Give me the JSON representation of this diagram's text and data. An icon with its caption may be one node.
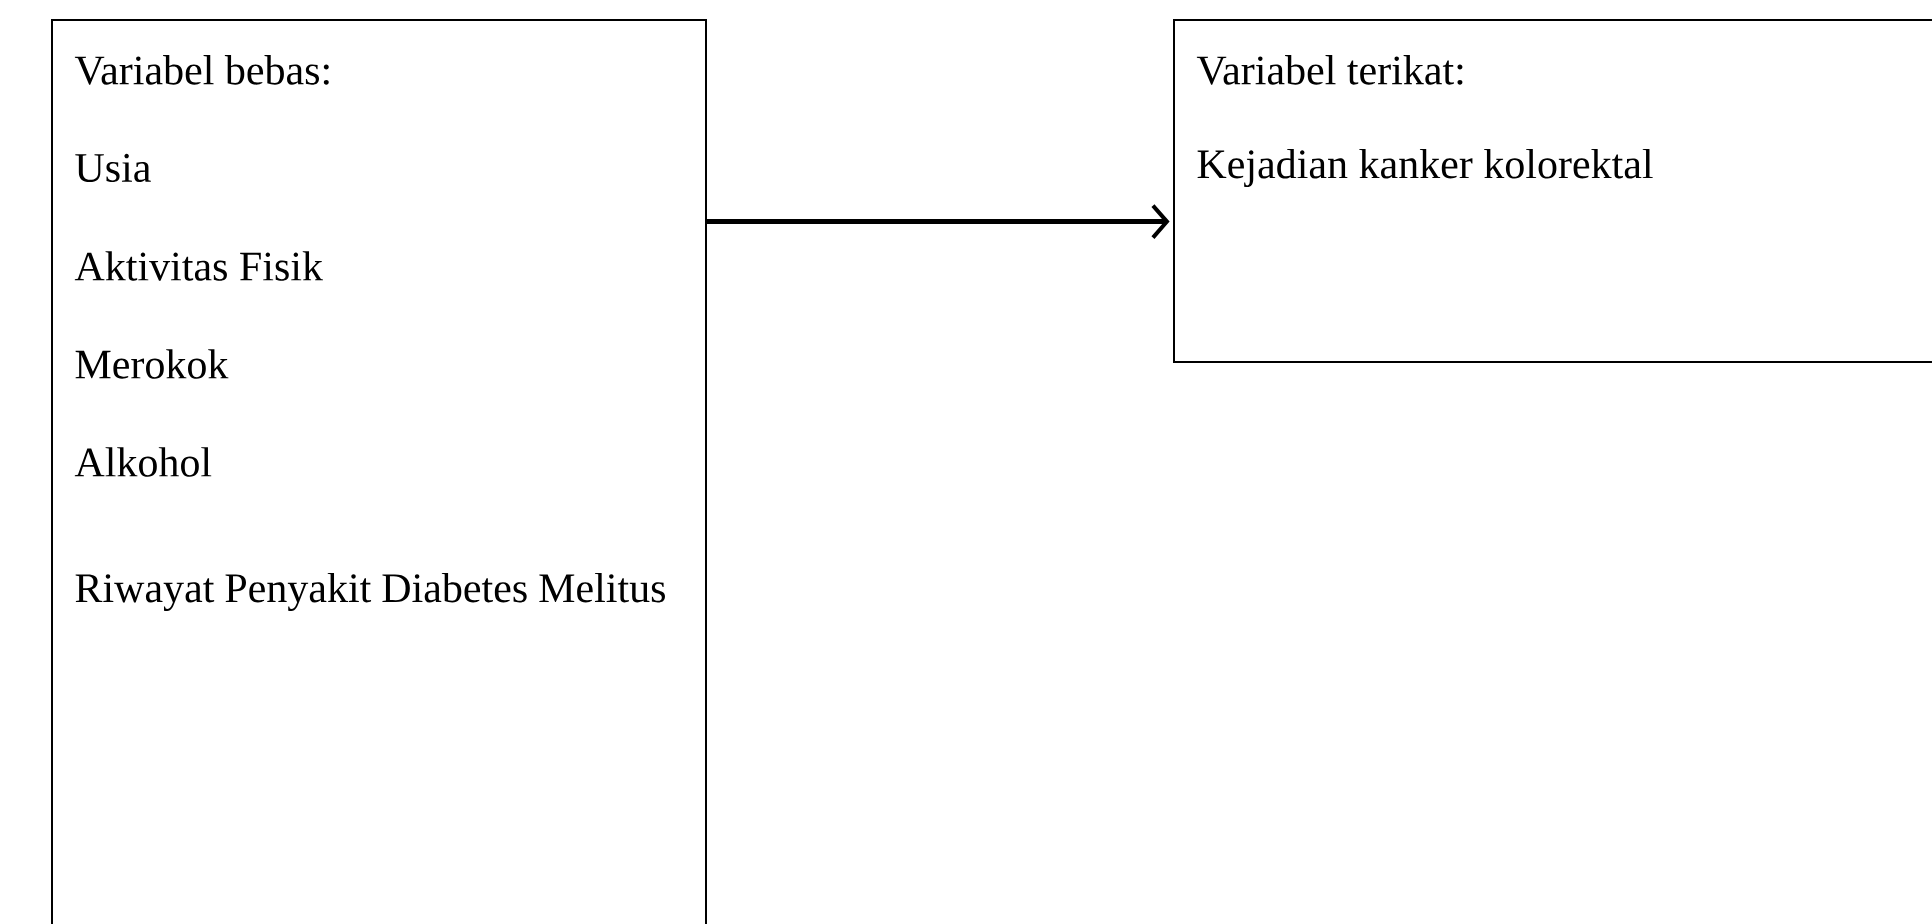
{
  "diagram": {
    "nodes": [
      {
        "text": [
          "Variabel bebas:",
          "Usia",
          "Aktivitas Fisik",
          "Merokok",
          "Alkohol",
          "Riwayat Penyakit Diabetes Melitus"
        ]
      },
      {
        "text": [
          "Variabel terikat:",
          "Kejadian kanker kolorektal"
        ]
      }
    ],
    "edges": [
      {
        "from": 0,
        "to": 1,
        "arrow": "to"
      }
    ]
  }
}
